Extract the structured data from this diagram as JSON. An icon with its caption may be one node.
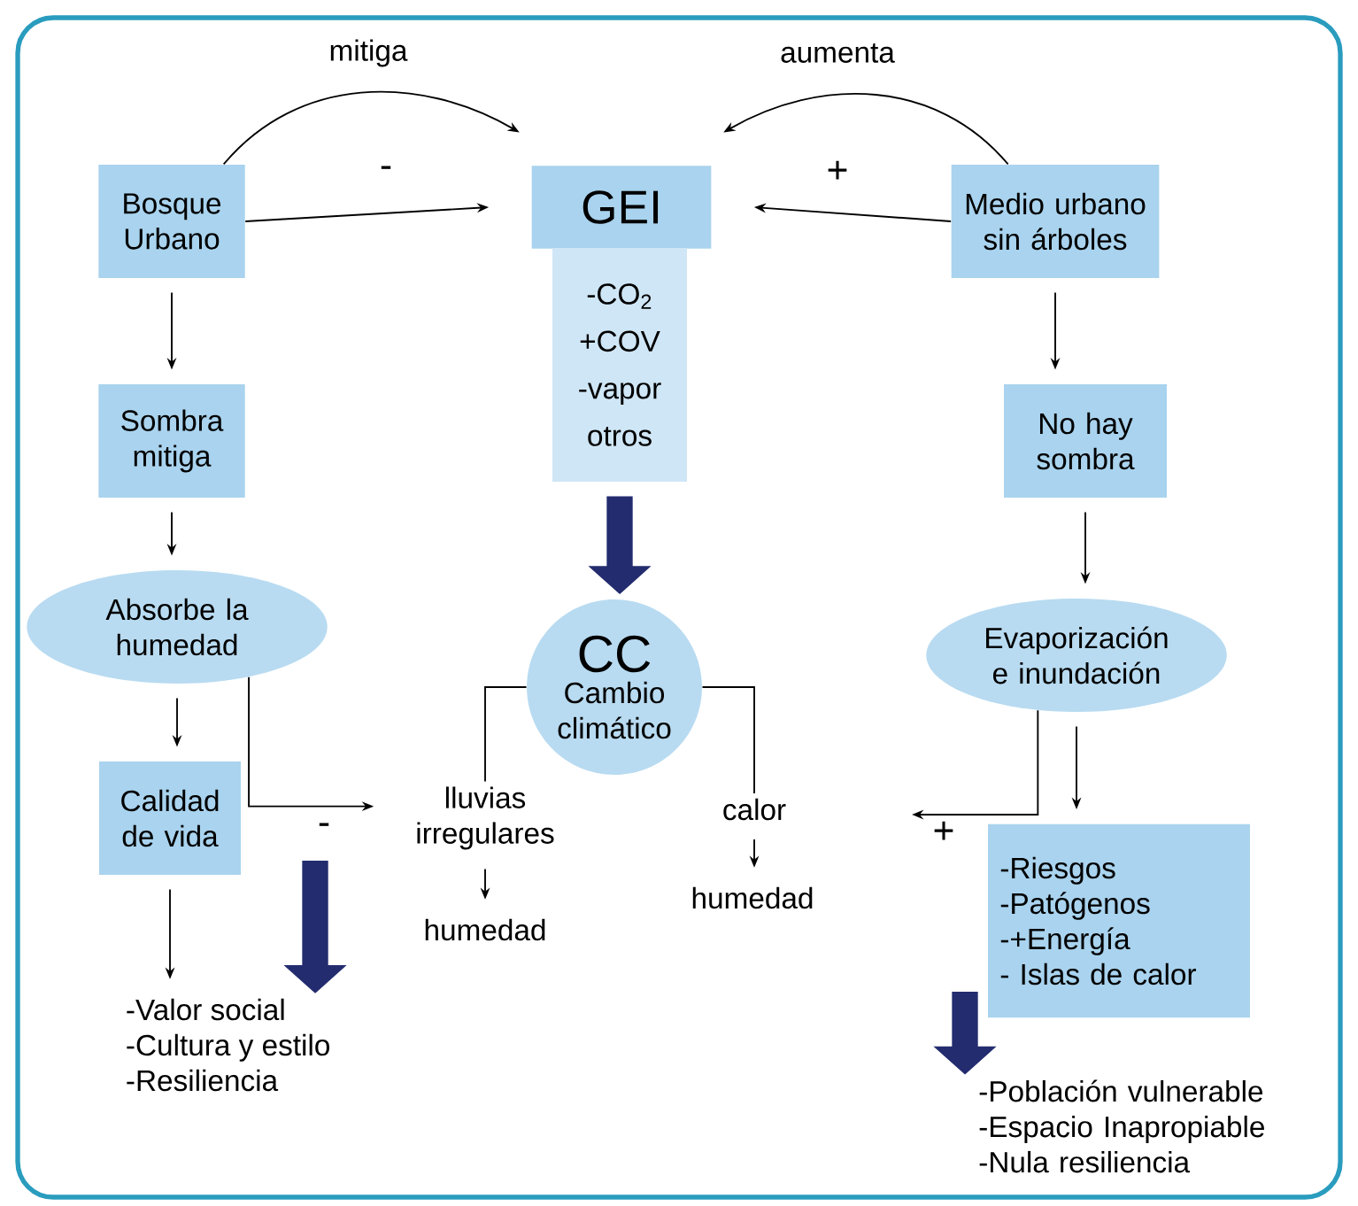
{
  "diagram": {
    "nodes": [
      {
        "text": [
          "Bosque Urbano"
        ]
      },
      {
        "text": [
          "GEI"
        ]
      },
      {
        "text": [
          "-CO$_{2}$",
          "+COV",
          "-vapor",
          "otros"
        ]
      },
      {
        "text": [
          "Medio urbano sin árboles"
        ]
      },
      {
        "text": [
          "Sombra mitiga"
        ]
      },
      {
        "text": [
          "No hay sombra"
        ]
      },
      {
        "text": [
          "Absorbe la humedad"
        ]
      },
      {
        "text": [
          "CC",
          "Cambio climático"
        ]
      },
      {
        "text": [
          "Evaporización e inundación"
        ]
      },
      {
        "text": [
          "Calidad de vida"
        ]
      },
      {
        "text": [
          "lluvias irregulares"
        ]
      },
      {
        "text": [
          "calor"
        ]
      },
      {
        "text": [
          "humedad"
        ]
      },
      {
        "text": [
          "humedad"
        ]
      },
      {
        "text": [
          "-Riesgos",
          "-Patógenos",
          "-+Energía",
          "- Islas de calor"
        ]
      },
      {
        "text": [
          "-Valor social",
          "-Cultura y estilo",
          "-Resiliencia"
        ]
      },
      {
        "text": [
          "-Población vulnerable",
          "-Espacio Inapropiable",
          "-Nula resiliencia"
        ]
      }
    ],
    "edges": [
      {
        "from": 0,
        "to": 1,
        "arrow": "to",
        "label": "mitiga"
      },
      {
        "from": 0,
        "to": 1,
        "arrow": "to",
        "label": "-"
      },
      {
        "from": 3,
        "to": 1,
        "arrow": "to",
        "label": "aumenta"
      },
      {
        "from": 3,
        "to": 1,
        "arrow": "to",
        "label": "+"
      },
      {
        "from": 0,
        "to": 4,
        "arrow": "to"
      },
      {
        "from": 3,
        "to": 5,
        "arrow": "to"
      },
      {
        "from": 4,
        "to": 6,
        "arrow": "to"
      },
      {
        "from": 5,
        "to": 8,
        "arrow": "to"
      },
      {
        "from": 6,
        "to": 9,
        "arrow": "to"
      },
      {
        "from": 8,
        "to": 14,
        "arrow": "to"
      },
      {
        "from": 2,
        "to": 7,
        "arrow": "to",
        "style": "thick",
        "color": "#232c6e"
      },
      {
        "from": 6,
        "to": 10,
        "arrow": "to",
        "label": "-"
      },
      {
        "from": 8,
        "to": null,
        "arrow": "to",
        "label": "+"
      },
      {
        "from": 7,
        "to": 10,
        "arrow": "none"
      },
      {
        "from": 7,
        "to": 11,
        "arrow": "none"
      },
      {
        "from": 10,
        "to": 12,
        "arrow": "to"
      },
      {
        "from": 11,
        "to": 13,
        "arrow": "to"
      },
      {
        "from": 9,
        "to": 15,
        "arrow": "to"
      },
      {
        "from": null,
        "to": 15,
        "arrow": "to",
        "style": "thick",
        "color": "#232c6e"
      },
      {
        "from": null,
        "to": 16,
        "arrow": "to",
        "style": "thick",
        "color": "#232c6e"
      }
    ]
  }
}
